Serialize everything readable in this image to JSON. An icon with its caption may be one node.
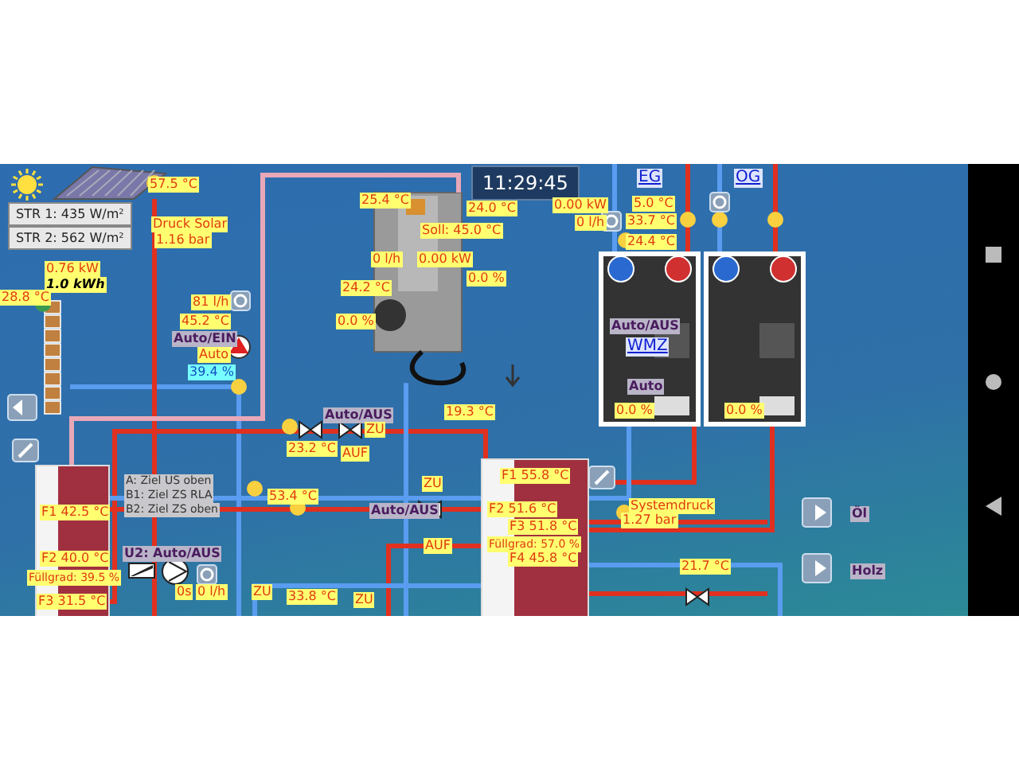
{
  "diagram": {
    "nodes": [
      {
        "text": [
          "STR 1: 435 W/m²"
        ]
      },
      {
        "text": [
          "STR 2: 562 W/m²"
        ]
      },
      {
        "text": [
          "11:29:45"
        ]
      },
      {
        "text": [
          "F1 42.5 °C",
          "F2 40.0 °C",
          "Füllgrad: 39.5 %",
          "F3 31.5 °C"
        ]
      },
      {
        "text": [
          "F1 55.8 °C",
          "F2 51.6 °C",
          "F3 51.8 °C",
          "Füllgrad: 57.0 %",
          "F4 45.8 °C"
        ]
      },
      {
        "text": [],
        "shape": "picture"
      },
      {
        "text": [],
        "shape": "picture"
      },
      {
        "text": [],
        "shape": "picture"
      },
      {
        "text": [],
        "shape": "picture"
      }
    ],
    "edges": [
      {
        "from": 5,
        "to": null,
        "arrow": "none"
      },
      {
        "from": 6,
        "to": 3,
        "arrow": "none",
        "color": "#e8a8b8"
      },
      {
        "from": 3,
        "to": 4,
        "arrow": "none"
      },
      {
        "from": 3,
        "to": 4,
        "arrow": "none",
        "color": "#5a9cf0"
      },
      {
        "from": 3,
        "to": 4,
        "arrow": "none"
      },
      {
        "from": 4,
        "to": 7,
        "arrow": "none"
      },
      {
        "from": 8,
        "to": 4,
        "arrow": "none"
      },
      {
        "from": 7,
        "to": 4,
        "arrow": "none",
        "color": "#5a9cf0"
      },
      {
        "from": null,
        "to": 7,
        "arrow": "none",
        "color": "#5a9cf0"
      },
      {
        "from": null,
        "to": 7,
        "arrow": "none"
      },
      {
        "from": null,
        "to": 8,
        "arrow": "none",
        "color": "#5a9cf0"
      },
      {
        "from": null,
        "to": 8,
        "arrow": "none"
      },
      {
        "from": 6,
        "to": null,
        "arrow": "none",
        "color": "#5a9cf0"
      },
      {
        "from": 4,
        "to": null,
        "arrow": "none"
      },
      {
        "from": null,
        "to": 4,
        "arrow": "none"
      },
      {
        "from": null,
        "to": 4,
        "arrow": "none",
        "color": "#5a9cf0"
      },
      {
        "from": 4,
        "to": null,
        "arrow": "none"
      },
      {
        "from": 4,
        "to": null,
        "arrow": "none",
        "color": "#5a9cf0"
      }
    ],
    "labels": [
      "57.5 °C",
      "Druck Solar",
      "1.16 bar",
      "0.76 kW",
      "1.0 kWh",
      "28.8 °C",
      "81 l/h",
      "45.2 °C",
      "Auto/EIN",
      "Auto",
      "39.4 %",
      "25.4 °C",
      "24.0 °C",
      "Soll: 45.0 °C",
      "0 l/h",
      "0.00 kW",
      "24.2 °C",
      "0.0 %",
      "0.0 %",
      "0.00 kW",
      "0 l/h",
      "EG",
      "OG",
      "5.0 °C",
      "33.7 °C",
      "24.4 °C",
      "Auto/AUS",
      "WMZ",
      "Auto",
      "0.0 %",
      "0.0 %",
      "Auto/AUS",
      "ZU",
      "23.2 °C",
      "19.3 °C",
      "A: Ziel US oben",
      "B1: Ziel ZS RLA",
      "B2: Ziel ZS oben",
      "53.4 °C",
      "ZU",
      "Auto/AUS",
      "AUF",
      "AUF",
      "Systemdruck",
      "1.27 bar",
      "Öl",
      "Holz",
      "U2: Auto/AUS",
      "0s",
      "0 l/h",
      "ZU",
      "33.8 °C",
      "ZU",
      "21.7 °C"
    ]
  }
}
